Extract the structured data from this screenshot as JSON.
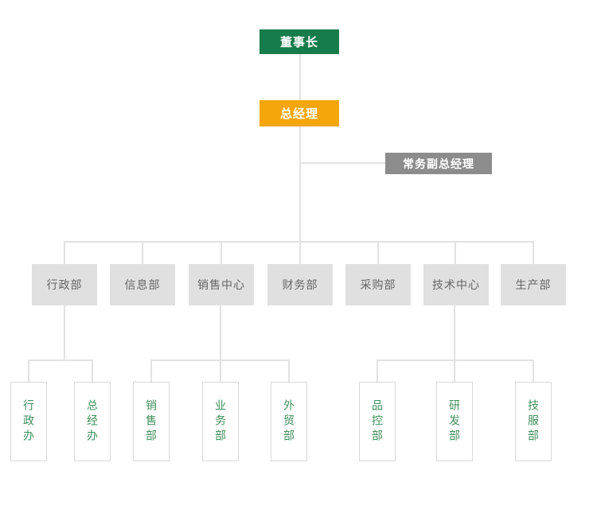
{
  "org": {
    "chairman": "董事长",
    "general_manager": "总经理",
    "deputy_general_manager": "常务副总经理",
    "departments": [
      "行政部",
      "信息部",
      "销售中心",
      "财务部",
      "采购部",
      "技术中心",
      "生产部"
    ],
    "sub_departments": {
      "admin": [
        "行政办",
        "总经办"
      ],
      "sales": [
        "销售部",
        "业务部",
        "外贸部"
      ],
      "tech": [
        "品控部",
        "研发部",
        "技服部"
      ]
    }
  },
  "colors": {
    "chairman_bg": "#177c4b",
    "general_manager_bg": "#f5a60b",
    "deputy_bg": "#8c8c8c",
    "department_bg": "#e0e0e0",
    "department_text": "#666666",
    "sub_department_text": "#3f8f5a",
    "sub_department_border": "#d9d9d9",
    "connector_line": "#e2e2e2",
    "background": "#ffffff"
  }
}
